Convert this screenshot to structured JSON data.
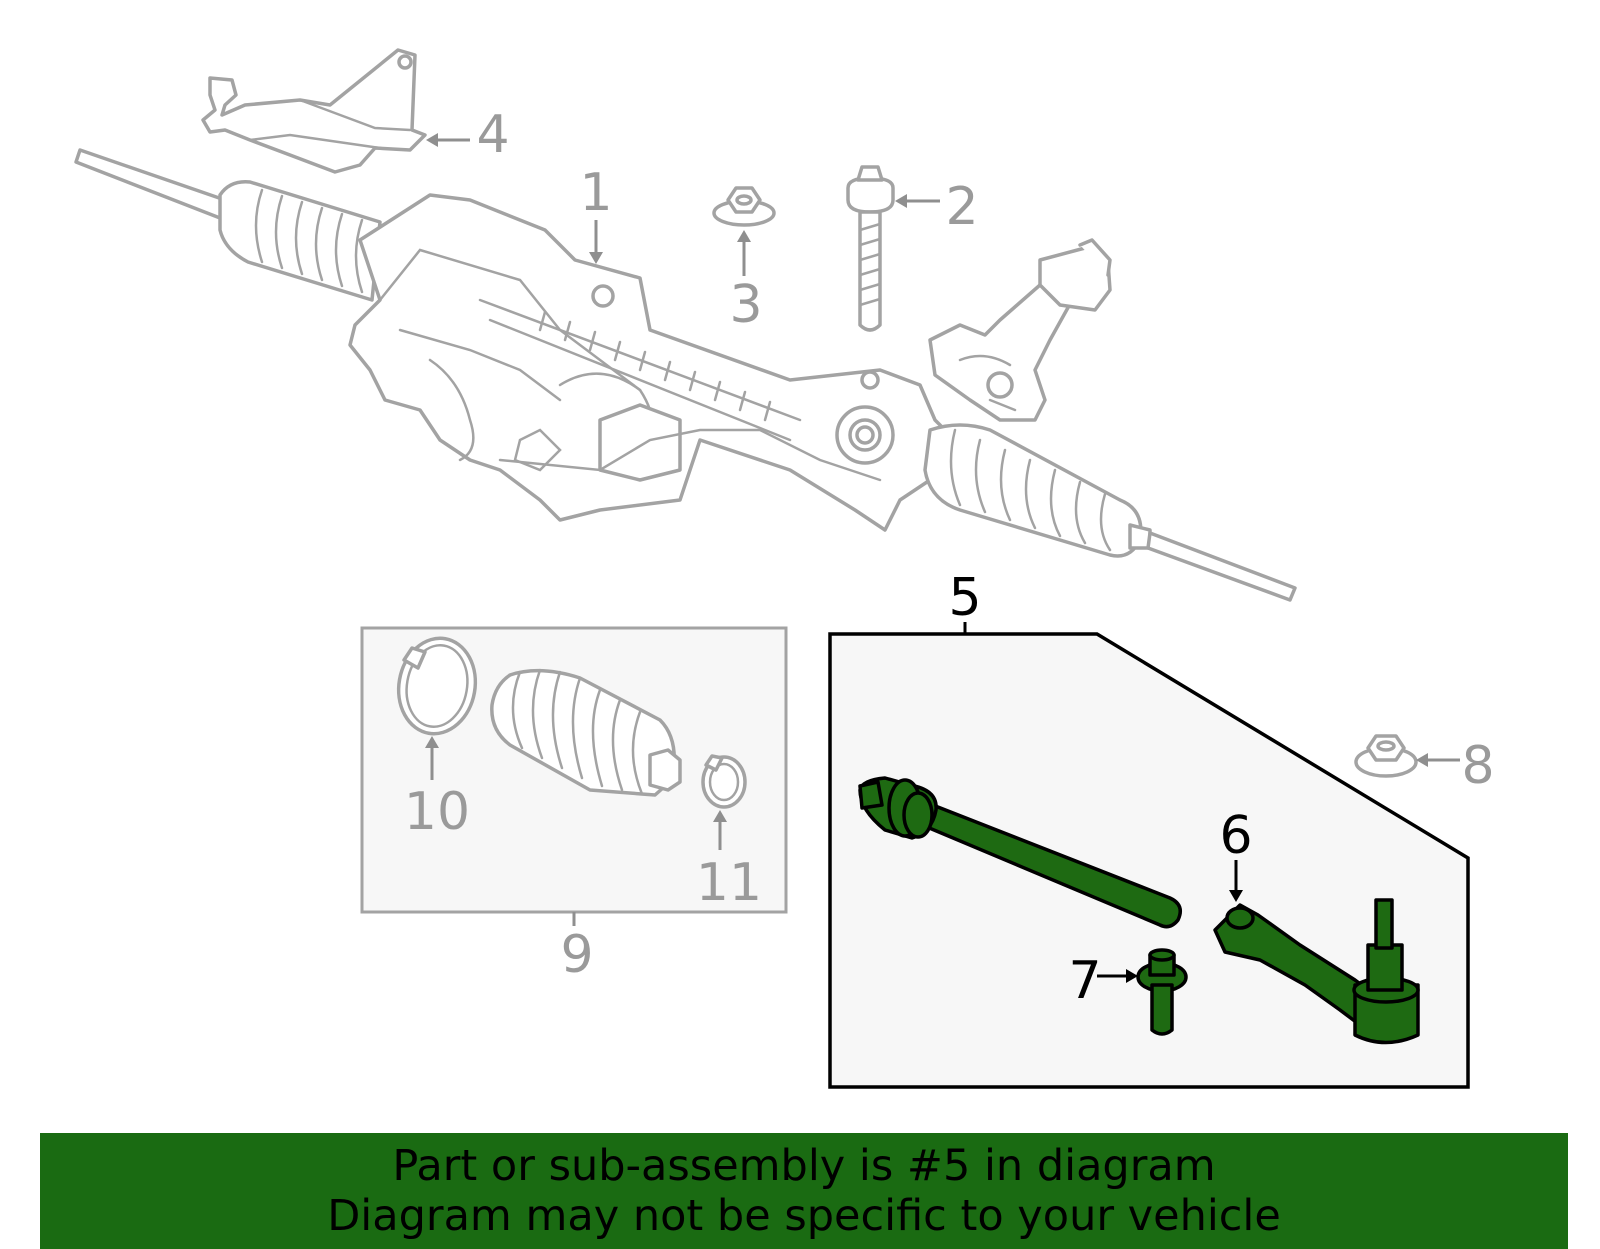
{
  "diagram": {
    "callouts": [
      {
        "id": "1",
        "label": "1",
        "highlighted": false
      },
      {
        "id": "2",
        "label": "2",
        "highlighted": false
      },
      {
        "id": "3",
        "label": "3",
        "highlighted": false
      },
      {
        "id": "4",
        "label": "4",
        "highlighted": false
      },
      {
        "id": "5",
        "label": "5",
        "highlighted": true
      },
      {
        "id": "6",
        "label": "6",
        "highlighted": true
      },
      {
        "id": "7",
        "label": "7",
        "highlighted": true
      },
      {
        "id": "8",
        "label": "8",
        "highlighted": false
      },
      {
        "id": "9",
        "label": "9",
        "highlighted": false
      },
      {
        "id": "10",
        "label": "10",
        "highlighted": false
      },
      {
        "id": "11",
        "label": "11",
        "highlighted": false
      }
    ],
    "colors": {
      "highlight": "#1e6a12",
      "outline_grey": "#a3a3a3",
      "label_grey": "#9a9a9a",
      "banner": "#1a6b12",
      "panel_fill": "#f7f7f7"
    }
  },
  "banner": {
    "line1": "Part or sub-assembly is #5 in diagram",
    "line2": "Diagram may not be specific to your vehicle"
  }
}
